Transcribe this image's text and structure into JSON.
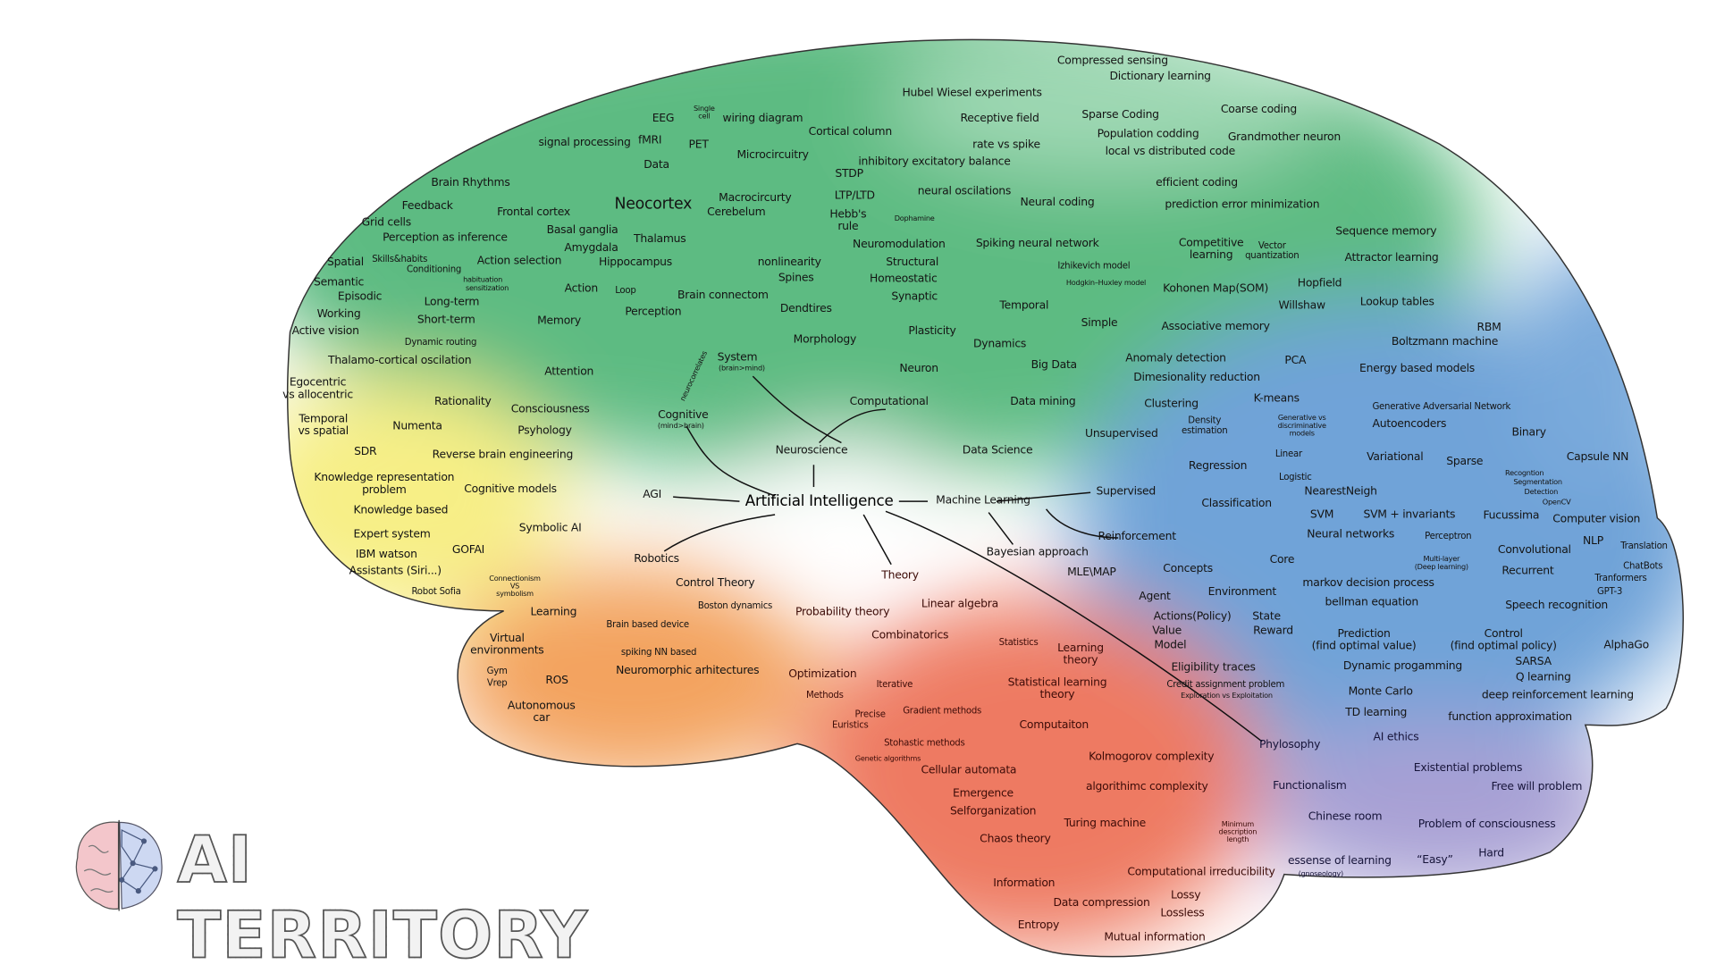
{
  "center": "Artificial Intelligence",
  "logo": {
    "text": "AI TERRITORY",
    "icon": "brain-network-icon"
  },
  "colors": {
    "neuroscience": "#5dbb82",
    "machine_learning": "#6fa3d8",
    "agi": "#f7ef86",
    "robotics": "#f3a35e",
    "theory": "#ee7a62",
    "philosophy": "#a8a0d4",
    "outline": "#333333"
  },
  "nodes": [
    "Hubel Wiesel experiments",
    "Compressed sensing",
    "Dictionary learning",
    "Single\ncell",
    "EEG",
    "wiring diagram",
    "Receptive field",
    "Sparse Coding",
    "Coarse coding",
    "Cortical column",
    "Population codding",
    "Grandmother neuron",
    "signal processing",
    "fMRI",
    "PET",
    "rate vs spike",
    "local vs distributed code",
    "Microcircuitry",
    "inhibitory excitatory balance",
    "Data",
    "STDP",
    "Brain Rhythms",
    "efficient coding",
    "neural oscilations",
    "LTP/LTD",
    "Macrocircurty",
    "Neural coding",
    "prediction error minimization",
    "Neocortex",
    "Feedback",
    "Frontal cortex",
    "Hebb's\nrule",
    "Dophamine",
    "Cerebelum",
    "Grid cells",
    "Basal ganglia",
    "Perception as inference",
    "Thalamus",
    "Amygdala",
    "Neuromodulation",
    "Spiking neural network",
    "Competitive\nlearning",
    "Vector\nquantization",
    "Sequence memory",
    "Attractor learning",
    "Action selection",
    "Spatial",
    "Skills&habits",
    "Conditioning",
    "Hippocampus",
    "Structural",
    "nonlinearity",
    "Izhikevich model",
    "Semantic",
    "habituation",
    "sensitization",
    "Spines",
    "Homeostatic",
    "Hodgkin–Huxley model",
    "Hopfield",
    "Episodic",
    "Action",
    "Loop",
    "Brain connectom",
    "Synaptic",
    "Kohonen Map(SOM)",
    "Long-term",
    "Willshaw",
    "Lookup tables",
    "Temporal",
    "Dendtires",
    "Perception",
    "Working",
    "Short-term",
    "Memory",
    "Simple",
    "Associative memory",
    "RBM",
    "Active vision",
    "Plasticity",
    "Morphology",
    "Boltzmann machine",
    "Dynamic routing",
    "Dynamics",
    "System",
    "(brain>mind)",
    "Anomaly detection",
    "Thalamo-cortical oscilation",
    "Big Data",
    "PCA",
    "Neuron",
    "Attention",
    "Dimesionality reduction",
    "Energy based models",
    "neurocorrelates",
    "Egocentric\nvs allocentric",
    "Rationality",
    "Computational",
    "Data mining",
    "Clustering",
    "K-means",
    "Generative Adversarial Network",
    "Consciousness",
    "Cognitive",
    "(mind>brain)",
    "Density\nestimation",
    "Generative vs\ndiscriminative\nmodels",
    "Autoencoders",
    "Temporal\nvs spatial",
    "Numenta",
    "Psyhology",
    "Unsupervised",
    "Binary",
    "SDR",
    "Reverse brain engineering",
    "Neuroscience",
    "Data Science",
    "Variational",
    "Sparse",
    "Linear",
    "Capsule NN",
    "Regression",
    "Logistic",
    "Recogntion",
    "Segmentation",
    "Detection",
    "OpenCV",
    "Knowledge representation\nproblem",
    "Cognitive models",
    "NearestNeigh",
    "AGI",
    "Supervised",
    "Machine Learning",
    "Classification",
    "Knowledge based",
    "SVM",
    "SVM + invariants",
    "Fucussima",
    "Computer vision",
    "Symbolic AI",
    "Expert system",
    "Neural networks",
    "Perceptron",
    "Reinforcement",
    "NLP",
    "Translation",
    "Convolutional",
    "Bayesian approach",
    "IBM watson",
    "GOFAI",
    "Multi-layer\n(Deep learning)",
    "Robotics",
    "Core",
    "ChatBots",
    "MLE\\MAP",
    "Concepts",
    "Assistants (Siri...)",
    "Recurrent",
    "Theory",
    "Tranformers",
    "Connectionism\nVS\nsymbolism",
    "markov decision process",
    "Control Theory",
    "Robot Sofia",
    "Environment",
    "Agent",
    "GPT-3",
    "bellman equation",
    "Boston dynamics",
    "Linear algebra",
    "Speech recognition",
    "Learning",
    "Probability theory",
    "Actions(Policy)",
    "State",
    "Brain based device",
    "Value",
    "Reward",
    "Prediction\n(find optimal value)",
    "Control\n(find optimal policy)",
    "Virtual\nenvironments",
    "Combinatorics",
    "Statistics",
    "Learning\ntheory",
    "Model",
    "AlphaGo",
    "spiking NN based",
    "SARSA",
    "Dynamic progamming",
    "Eligibility traces",
    "Neuromorphic arhitectures",
    "Optimization",
    "Gym",
    "Vrep",
    "ROS",
    "Q learning",
    "Iterative",
    "Credit assignment problem",
    "Statistical learning\ntheory",
    "Methods",
    "Monte Carlo",
    "deep reinforcement learning",
    "Exploration vs Exploitation",
    "Autonomous\ncar",
    "Precise",
    "Gradient methods",
    "TD learning",
    "function approximation",
    "Euristics",
    "Computaiton",
    "AI ethics",
    "Stohastic methods",
    "Phylosophy",
    "Genetic algorithms",
    "Kolmogorov complexity",
    "Cellular automata",
    "Existential problems",
    "Functionalism",
    "Free will problem",
    "algorithimc complexity",
    "Emergence",
    "Selforganization",
    "Chinese room",
    "Turing machine",
    "Minimum\ndescription\nlength",
    "Problem of consciousness",
    "Chaos theory",
    "Hard",
    "“Easy”",
    "essense of learning",
    "(gnoseology)",
    "Computational irreducibility",
    "Information",
    "Lossy",
    "Data compression",
    "Lossless",
    "Entropy",
    "Mutual information"
  ]
}
